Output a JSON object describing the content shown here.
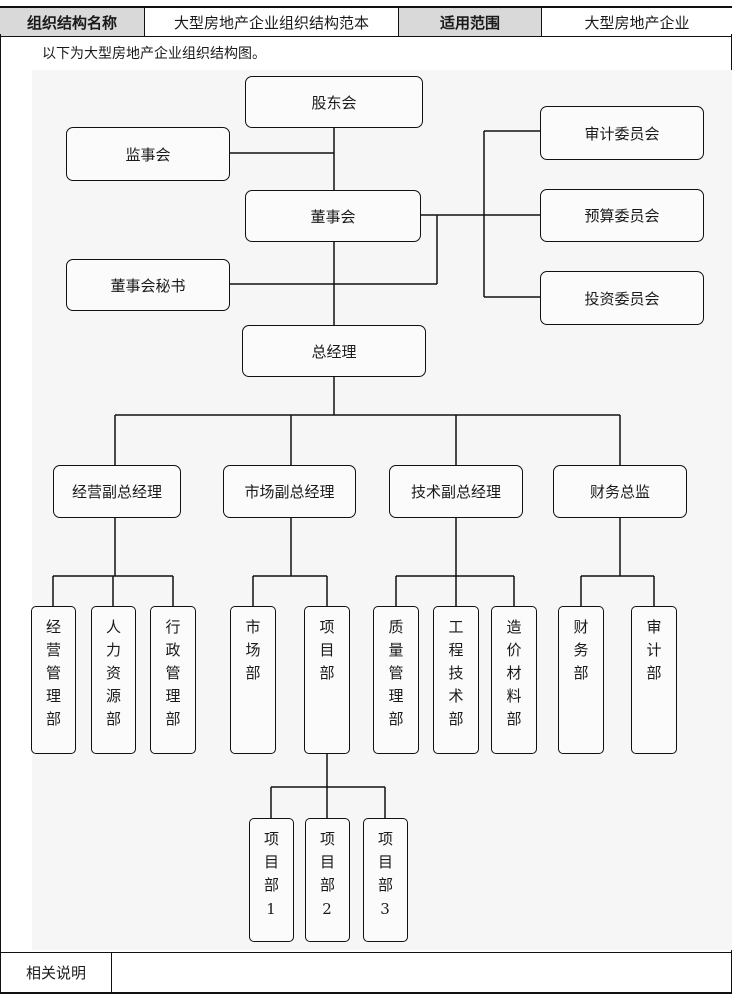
{
  "header": {
    "name_label": "组织结构名称",
    "name_value": "大型房地产企业组织结构范本",
    "scope_label": "适用范围",
    "scope_value": "大型房地产企业"
  },
  "intro": "以下为大型房地产企业组织结构图。",
  "org": {
    "shareholders": "股东会",
    "supervisors": "监事会",
    "board": "董事会",
    "board_secretary": "董事会秘书",
    "audit_committee": "审计委员会",
    "budget_committee": "预算委员会",
    "investment_committee": "投资委员会",
    "general_manager": "总经理",
    "vp_operations": "经营副总经理",
    "vp_market": "市场副总经理",
    "vp_technology": "技术副总经理",
    "finance_director": "财务总监",
    "dept_operations_mgmt": "经营管理部",
    "dept_hr": "人力资源部",
    "dept_admin": "行政管理部",
    "dept_market": "市场部",
    "dept_project": "项目部",
    "dept_quality": "质量管理部",
    "dept_engineering": "工程技术部",
    "dept_cost": "造价材料部",
    "dept_finance": "财务部",
    "dept_audit": "审计部",
    "project_1": "项目部1",
    "project_2": "项目部2",
    "project_3": "项目部3"
  },
  "footer": {
    "label": "相关说明"
  }
}
